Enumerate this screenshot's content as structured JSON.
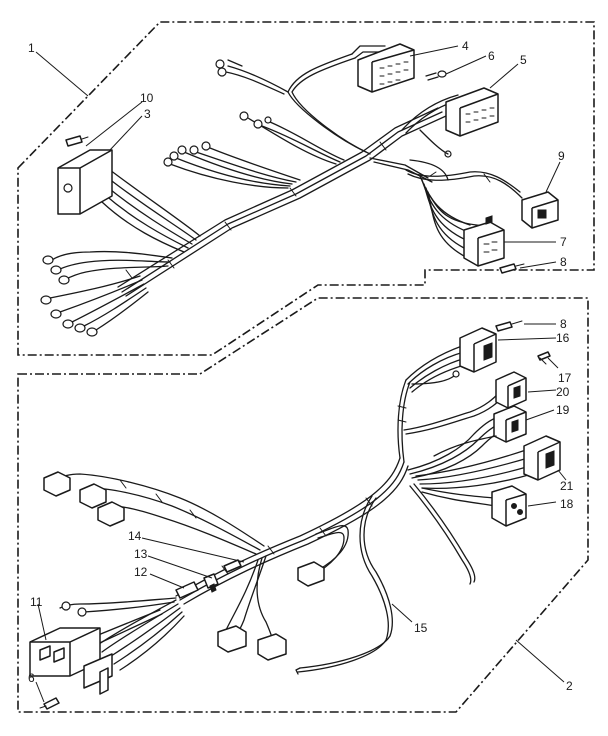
{
  "callouts": {
    "c1": "1",
    "c2": "2",
    "c3": "3",
    "c4": "4",
    "c5": "5",
    "c6_upper": "6",
    "c6_lower": "6",
    "c7": "7",
    "c8_upper": "8",
    "c8_lower": "8",
    "c9": "9",
    "c10": "10",
    "c11": "11",
    "c12": "12",
    "c13": "13",
    "c14": "14",
    "c15": "15",
    "c16": "16",
    "c17": "17",
    "c18": "18",
    "c19": "19",
    "c20": "20",
    "c21": "21"
  }
}
